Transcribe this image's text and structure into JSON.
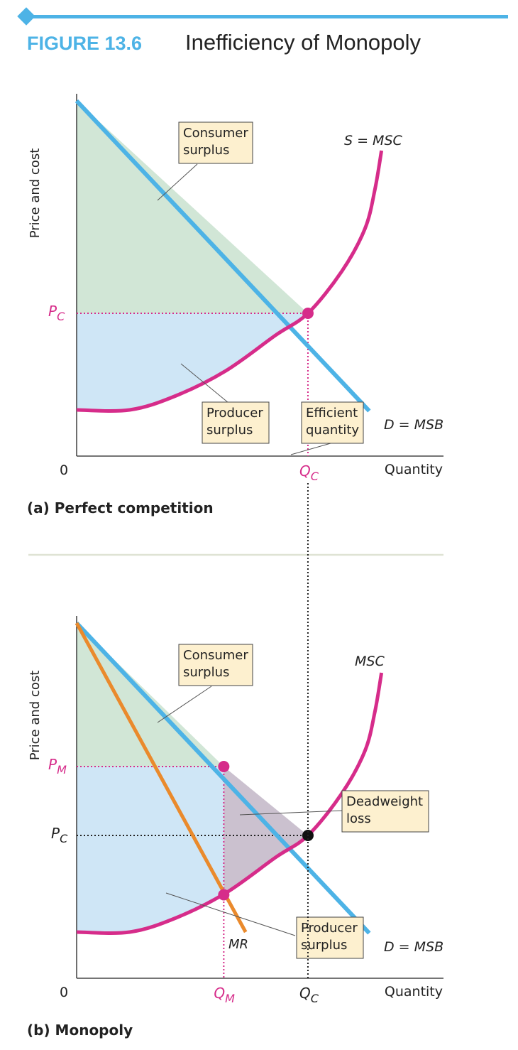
{
  "header": {
    "figure_label": "FIGURE 13.6",
    "title": "Inefficiency of Monopoly",
    "accent_color": "#4db3e6"
  },
  "colors": {
    "demand": "#4db3e6",
    "supply": "#d62c8a",
    "mr": "#ea8a2c",
    "consumer_surplus": "#d1e6d6",
    "producer_surplus": "#cfe6f6",
    "deadweight_loss": "#cbc1cf",
    "callout_fill": "#fdf0cf"
  },
  "chart_data": [
    {
      "type": "line",
      "panel_label": "(a) Perfect competition",
      "ylabel": "Price and cost",
      "xlabel": "Quantity",
      "origin_label": "0",
      "axes_note": "no numeric ticks; values in relative units (quantity 0–100, price 0–100)",
      "xlim": [
        0,
        100
      ],
      "ylim": [
        0,
        100
      ],
      "grid": false,
      "series": [
        {
          "name": "D = MSB",
          "role": "demand",
          "points": [
            [
              0,
              100
            ],
            [
              88.3,
              12.7
            ]
          ]
        },
        {
          "name": "S = MSC",
          "role": "supply",
          "points": [
            [
              0,
              13
            ],
            [
              16,
              13
            ],
            [
              30,
              17
            ],
            [
              45,
              24
            ],
            [
              60,
              34
            ],
            [
              69.8,
              40.2
            ],
            [
              80,
              52
            ],
            [
              87,
              64
            ],
            [
              90,
              75
            ],
            [
              92,
              86
            ]
          ]
        }
      ],
      "equilibrium": {
        "q_label": "Q",
        "q_sub": "C",
        "p_label": "P",
        "p_sub": "C",
        "q": 69.8,
        "p": 40.2
      },
      "annotations": {
        "consumer_surplus": {
          "line1": "Consumer",
          "line2": "surplus"
        },
        "producer_surplus": {
          "line1": "Producer",
          "line2": "surplus"
        },
        "efficient_quantity": {
          "line1": "Efficient",
          "line2": "quantity"
        }
      }
    },
    {
      "type": "line",
      "panel_label": "(b) Monopoly",
      "ylabel": "Price and cost",
      "xlabel": "Quantity",
      "origin_label": "0",
      "axes_note": "no numeric ticks; values in relative units (quantity 0–100, price 0–100)",
      "xlim": [
        0,
        100
      ],
      "ylim": [
        0,
        100
      ],
      "grid": false,
      "series": [
        {
          "name": "D = MSB",
          "role": "demand",
          "points": [
            [
              0,
              100
            ],
            [
              88.3,
              12.7
            ]
          ]
        },
        {
          "name": "MSC",
          "role": "supply",
          "points": [
            [
              0,
              13
            ],
            [
              16,
              13
            ],
            [
              30,
              17
            ],
            [
              45,
              24
            ],
            [
              60,
              34
            ],
            [
              69.8,
              40.2
            ],
            [
              80,
              52
            ],
            [
              87,
              64
            ],
            [
              90,
              75
            ],
            [
              92,
              86
            ]
          ]
        },
        {
          "name": "MR",
          "role": "mr",
          "points": [
            [
              0,
              100
            ],
            [
              51,
              13
            ]
          ]
        }
      ],
      "monopoly": {
        "q_label": "Q",
        "q_sub": "M",
        "p_label": "P",
        "p_sub": "M",
        "q": 44.4,
        "p": 59.6,
        "mc_at_qm": 23.5
      },
      "competitive": {
        "q_label": "Q",
        "q_sub": "C",
        "p_label": "P",
        "p_sub": "C",
        "q": 69.8,
        "p": 40.2
      },
      "annotations": {
        "consumer_surplus": {
          "line1": "Consumer",
          "line2": "surplus"
        },
        "producer_surplus": {
          "line1": "Producer",
          "line2": "surplus"
        },
        "deadweight_loss": {
          "line1": "Deadweight",
          "line2": "loss"
        }
      }
    }
  ]
}
